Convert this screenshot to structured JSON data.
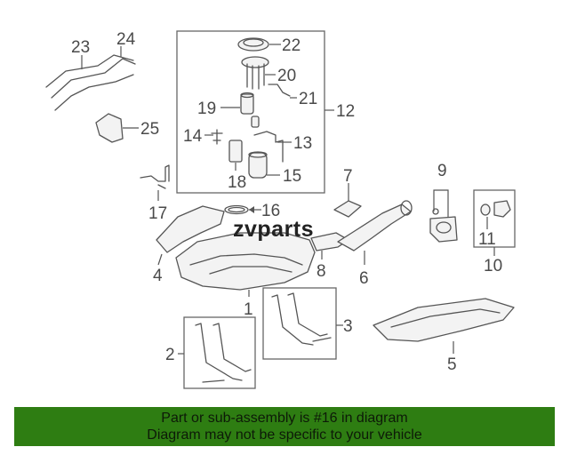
{
  "diagram": {
    "callouts": {
      "c2": "2",
      "c3": "3",
      "c4": "4",
      "c5": "5",
      "c6": "6",
      "c7": "7",
      "c8": "8",
      "c9": "9",
      "c10": "10",
      "c11": "11",
      "c12": "12",
      "c13": "13",
      "c14": "14",
      "c15": "15",
      "c16": "16",
      "c17": "17",
      "c18": "18",
      "c19": "19",
      "c20": "20",
      "c21": "21",
      "c22": "22",
      "c23": "23",
      "c24": "24",
      "c25": "25"
    },
    "watermark": "zvparts",
    "colors": {
      "banner": "#2e7d12",
      "banner_text": "#0d1a08",
      "line": "#555555"
    }
  },
  "banner": {
    "line1": "Part or sub-assembly is #16 in diagram",
    "line2": "Diagram may not be specific to your vehicle"
  }
}
